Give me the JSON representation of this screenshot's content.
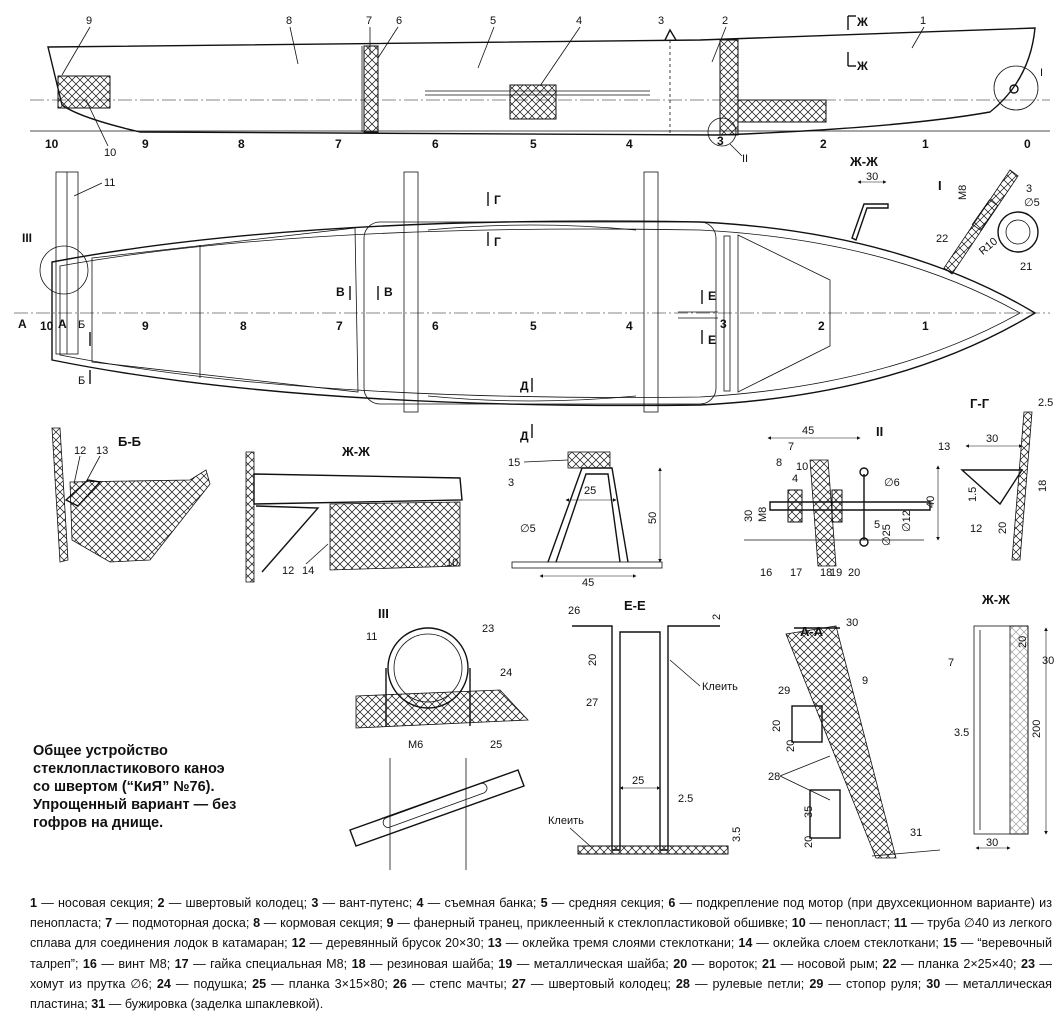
{
  "caption": [
    "Общее устройство",
    "стеклопластикового каноэ",
    "со швертом (“КиЯ” №76).",
    "Упрощенный вариант — без",
    "гофров на днище."
  ],
  "stations_side": [
    "10",
    "9",
    "8",
    "7",
    "6",
    "5",
    "4",
    "3",
    "2",
    "1",
    "0"
  ],
  "stations_plan": [
    "10",
    "9",
    "8",
    "7",
    "6",
    "5",
    "4",
    "3",
    "2",
    "1"
  ],
  "side_callouts": [
    "9",
    "8",
    "7",
    "6",
    "5",
    "4",
    "3",
    "2",
    "1",
    "10",
    "II",
    "I"
  ],
  "plan_callouts": [
    "11",
    "III"
  ],
  "section_marks": {
    "zh": "Ж",
    "g": "Г",
    "v": "В",
    "a": "А",
    "b": "Б",
    "e": "Е",
    "d": "Д"
  },
  "views": {
    "zhzh": "Ж-Ж",
    "bb": "Б-Б",
    "gg": "Г-Г",
    "ee": "Е-Е",
    "aa": "А-А",
    "one": "I",
    "two": "II",
    "three": "III"
  },
  "detail_I": {
    "m8": "М8",
    "n3": "3",
    "d5": "∅5",
    "r10": "R10",
    "n22": "22",
    "n21": "21"
  },
  "zhzh_small": {
    "w": "30"
  },
  "bb": {
    "n12": "12",
    "n13": "13"
  },
  "zhzh2": {
    "n12": "12",
    "n14": "14",
    "n10": "10"
  },
  "talrep": {
    "n15": "15",
    "n3": "3",
    "d25": "25",
    "d50": "50",
    "d5": "∅5",
    "d45": "45"
  },
  "detail_II": {
    "d45": "45",
    "d7": "7",
    "d8": "8",
    "d10": "10",
    "d4": "4",
    "d30": "30",
    "m8": "М8",
    "d6": "∅6",
    "d12": "∅12",
    "d25": "∅25",
    "d5": "5",
    "d40": "40",
    "n16": "16",
    "n17": "17",
    "n18": "18",
    "n19": "19",
    "n20": "20"
  },
  "gg": {
    "d25": "2.5",
    "d30": "30",
    "n13": "13",
    "d15": "1.5",
    "d20": "20",
    "d18": "18",
    "n12": "12"
  },
  "detail_III": {
    "n11": "11",
    "n23": "23",
    "n24": "24",
    "m6": "М6",
    "n25": "25"
  },
  "ee": {
    "n26": "26",
    "d2": "2",
    "d20": "20",
    "glue": "Клеить",
    "n27": "27",
    "d25": "25",
    "d25b": "2.5",
    "d35": "3.5"
  },
  "aa": {
    "n30": "30",
    "n9": "9",
    "n29": "29",
    "d20a": "20",
    "d20b": "20",
    "n28": "28",
    "d35": "35",
    "d20c": "20",
    "n31": "31"
  },
  "zhzh3": {
    "n7": "7",
    "d20": "20",
    "n30": "30",
    "d35": "3.5",
    "d200": "200",
    "d30": "30"
  },
  "legend": [
    {
      "n": "1",
      "t": " — носовая секция; "
    },
    {
      "n": "2",
      "t": " — швертовый колодец; "
    },
    {
      "n": "3",
      "t": " — вант-путенс; "
    },
    {
      "n": "4",
      "t": " — съемная банка; "
    },
    {
      "n": "5",
      "t": " — средняя секция; "
    },
    {
      "n": "6",
      "t": " — подкрепление под мотор (при двухсекционном варианте) из пенопласта; "
    },
    {
      "n": "7",
      "t": " — подмоторная доска; "
    },
    {
      "n": "8",
      "t": " — кормовая секция; "
    },
    {
      "n": "9",
      "t": " — фанерный транец, приклеенный к стеклопластиковой обшивке; "
    },
    {
      "n": "10",
      "t": " — пенопласт; "
    },
    {
      "n": "11",
      "t": " — труба ∅40 из легкого сплава для соединения лодок в катамаран; "
    },
    {
      "n": "12",
      "t": " — деревянный брусок 20×30; "
    },
    {
      "n": "13",
      "t": " — оклейка тремя слоями стеклоткани; "
    },
    {
      "n": "14",
      "t": " — оклейка слоем стеклоткани; "
    },
    {
      "n": "15",
      "t": " — “веревочный талреп”; "
    },
    {
      "n": "16",
      "t": " — винт М8; "
    },
    {
      "n": "17",
      "t": " — гайка специальная М8; "
    },
    {
      "n": "18",
      "t": " — резиновая шайба; "
    },
    {
      "n": "19",
      "t": " — металлическая шайба; "
    },
    {
      "n": "20",
      "t": " — вороток; "
    },
    {
      "n": "21",
      "t": " — носовой рым; "
    },
    {
      "n": "22",
      "t": " — планка 2×25×40; "
    },
    {
      "n": "23",
      "t": " — хомут из прутка ∅6; "
    },
    {
      "n": "24",
      "t": " — подушка; "
    },
    {
      "n": "25",
      "t": " — планка 3×15×80; "
    },
    {
      "n": "26",
      "t": " — степс мачты; "
    },
    {
      "n": "27",
      "t": " — швертовый колодец; "
    },
    {
      "n": "28",
      "t": " — рулевые петли; "
    },
    {
      "n": "29",
      "t": " — стопор руля; "
    },
    {
      "n": "30",
      "t": " — металлическая пластина; "
    },
    {
      "n": "31",
      "t": " — бужировка (заделка шпаклевкой)."
    }
  ]
}
